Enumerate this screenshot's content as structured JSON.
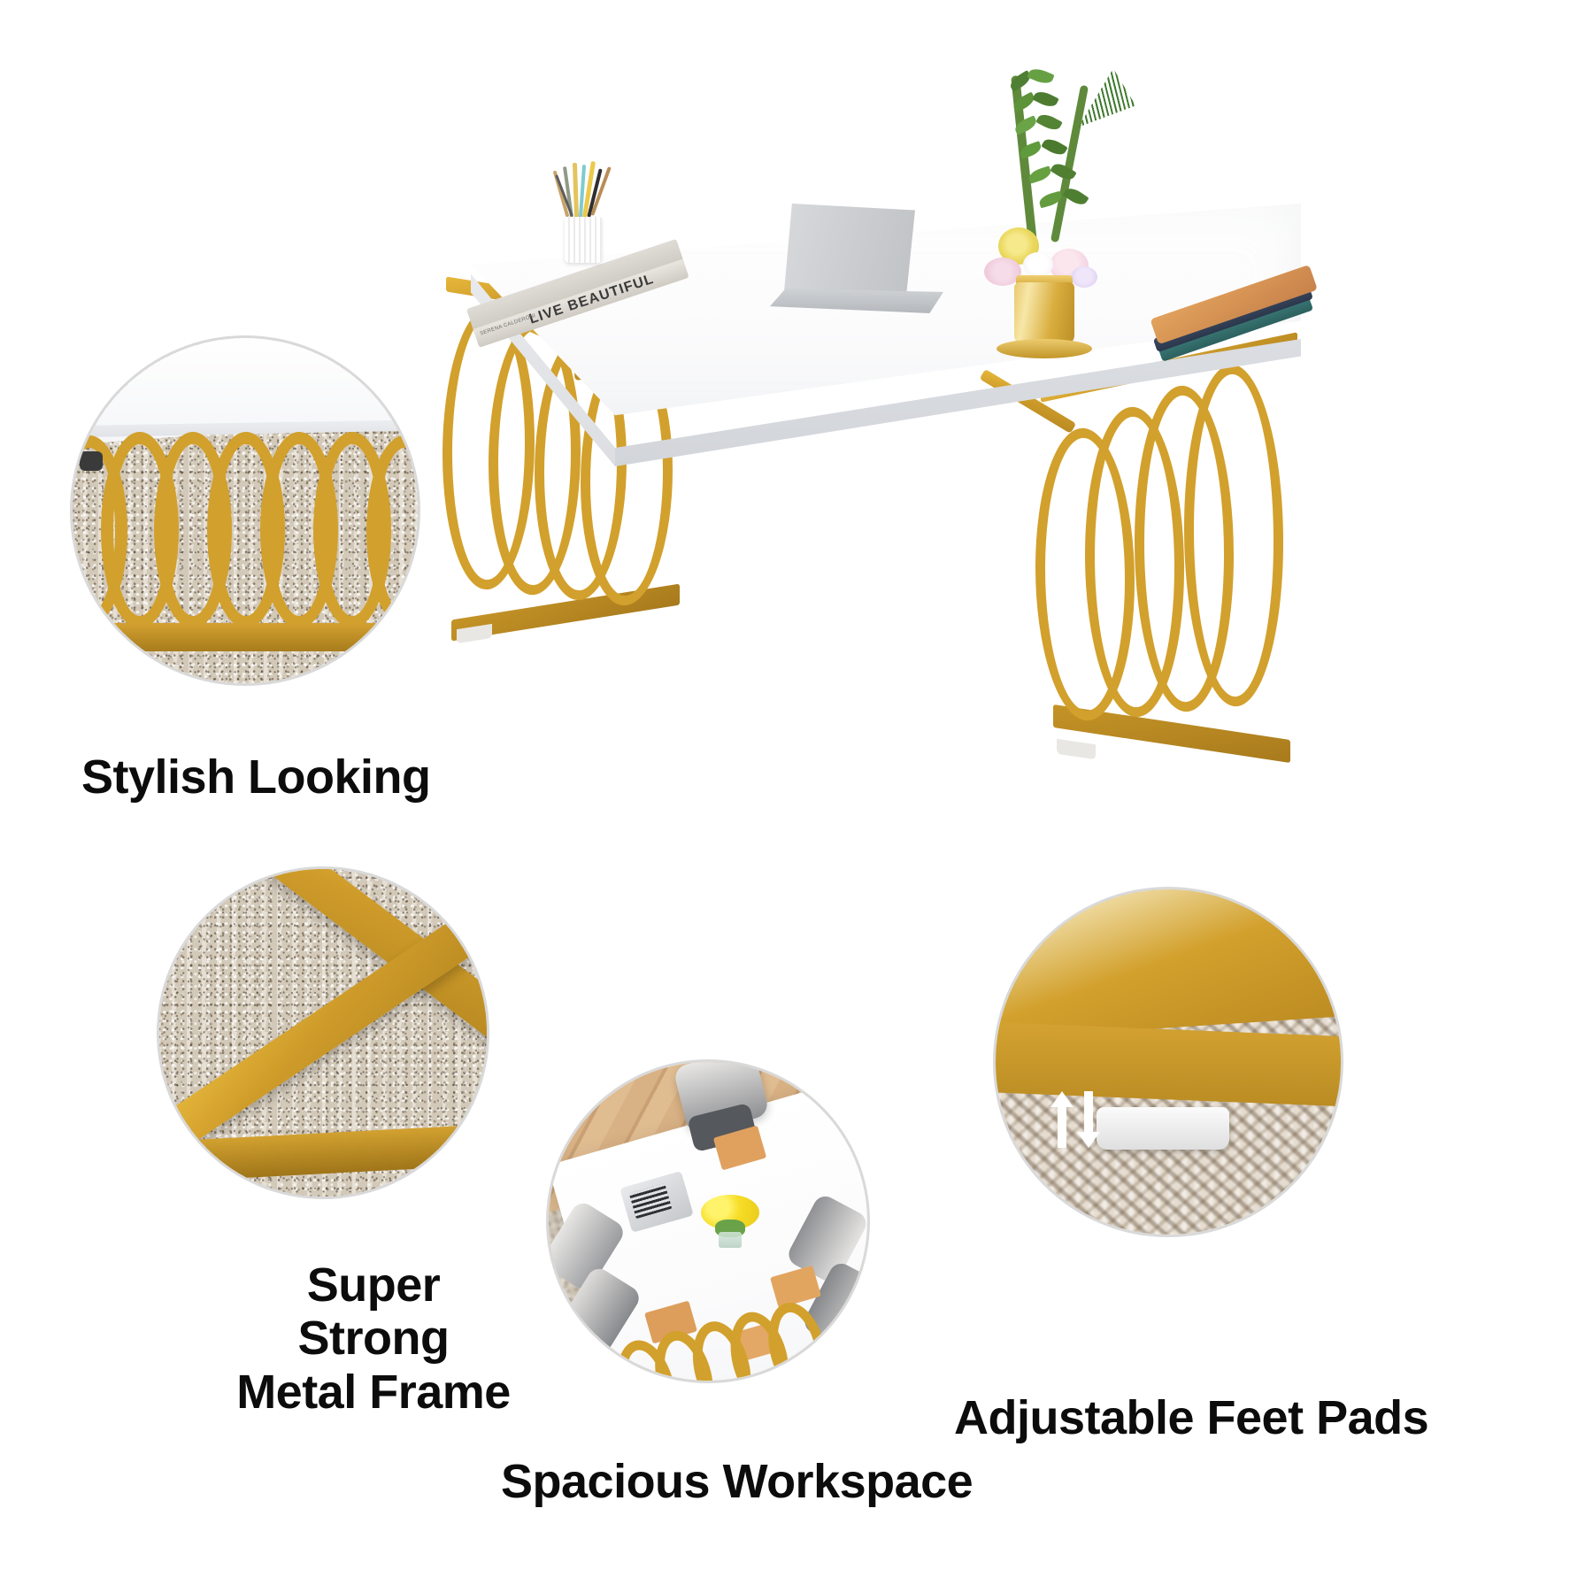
{
  "page": {
    "background_color": "#ffffff",
    "product": "Gold frame white marble office desk",
    "accent_gold": "#cf9c2a",
    "label_color": "#0c0c0c"
  },
  "hero": {
    "name": "main-product-photo",
    "desktop_material": "white faux marble",
    "frame_color_hex": "#cf9c2a",
    "props": [
      {
        "id": "book-stack",
        "title": "LIVE BEAUTIFUL",
        "author": "SERENA CALDERONI"
      },
      {
        "id": "pencil-cup",
        "label": "white ribbed pencil holder"
      },
      {
        "id": "laptop",
        "label": "silver laptop"
      },
      {
        "id": "gold-vase",
        "label": "gold hammered vase with flowers"
      },
      {
        "id": "notebooks",
        "label": "tan and teal leather notebooks"
      }
    ]
  },
  "features": [
    {
      "id": "stylish-looking",
      "label": "Stylish Looking",
      "detail": "Close-up of gold oval lattice base under marble top on carpet"
    },
    {
      "id": "super-strong-metal-frame",
      "label": "Super Strong\nMetal Frame",
      "detail": "Close-up of crossed gold metal tubes joint"
    },
    {
      "id": "spacious-workspace",
      "label": "Spacious Workspace",
      "detail": "Top view of conference table with chairs, laptop, yellow tulips and notebooks"
    },
    {
      "id": "adjustable-feet-pads",
      "label": "Adjustable Feet Pads",
      "detail": "Close-up of gold foot with white adjustable pad and up-down arrows"
    }
  ]
}
